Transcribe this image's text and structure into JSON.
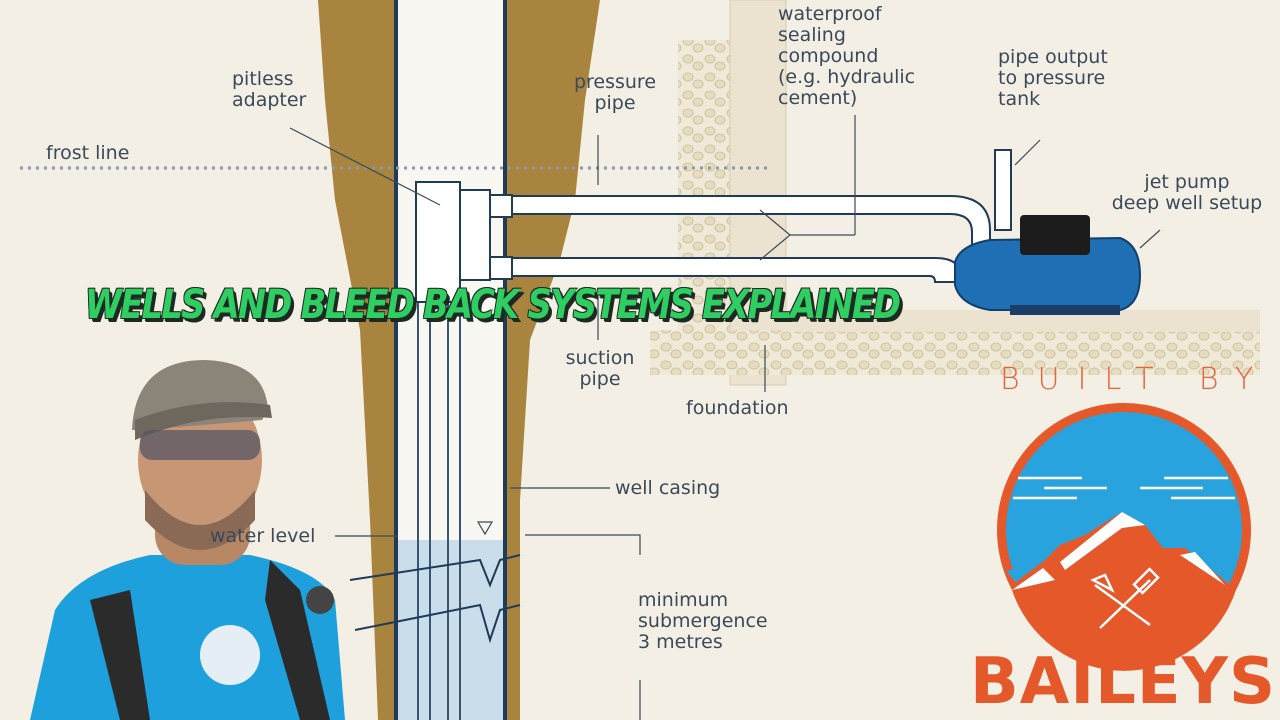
{
  "title": "WELLS AND BLEED BACK SYSTEMS EXPLAINED",
  "diagram": {
    "labels": {
      "waterproof": "waterproof\nsealing\ncompound\n(e.g. hydraulic\ncement)",
      "pipe_output": "pipe output\nto pressure\ntank",
      "jet_pump": "jet pump\ndeep well setup",
      "pitless": "pitless\nadapter",
      "frost_line": "frost line",
      "pressure_pipe": "pressure\npipe",
      "suction_pipe": "suction\npipe",
      "foundation": "foundation",
      "well_casing": "well casing",
      "water_level": "water level",
      "submergence": "minimum\nsubmergence\n3 metres"
    }
  },
  "logo": {
    "built_by": "BUILT BY",
    "name": "BAILEYS",
    "colors": {
      "orange": "#e5582a",
      "sky": "#29a3dd",
      "white": "#ffffff"
    }
  },
  "colors": {
    "background": "#f3efe4",
    "soil": "#a8843f",
    "line": "#1f3b57",
    "water": "#c9ddeb",
    "title": "#2fce62"
  }
}
